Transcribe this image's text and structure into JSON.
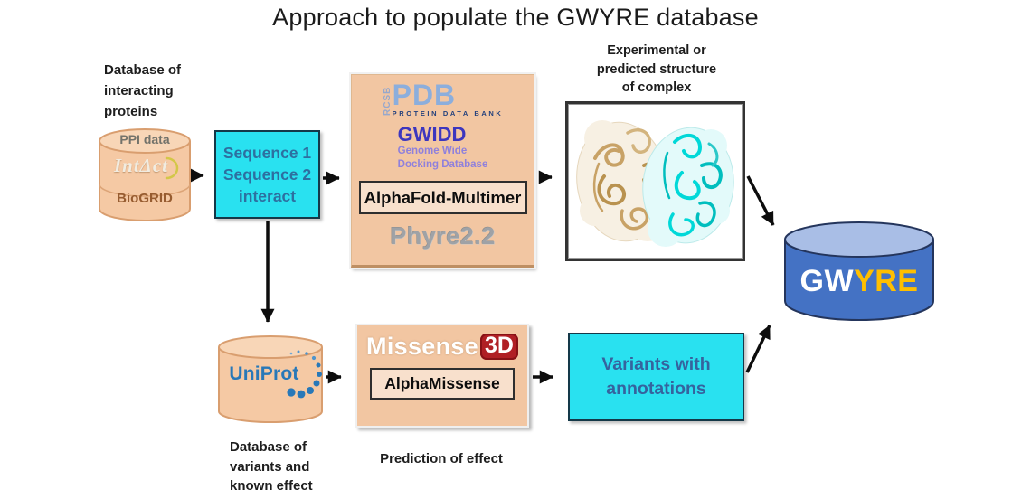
{
  "title": "Approach to populate the GWYRE database",
  "ppi": {
    "label_lines": [
      "Database of",
      "interacting",
      "proteins"
    ],
    "top": "PPI data",
    "logo": "IntΔct",
    "bottom": "BioGRID"
  },
  "sequence_box": {
    "lines": [
      "Sequence 1",
      "Sequence 2",
      "interact"
    ]
  },
  "pdb_box": {
    "rcsb": "RCSB",
    "pdb": "PDB",
    "bank": "PROTEIN DATA BANK",
    "gwidd": "GWIDD",
    "gwidd_sub": [
      "Genome Wide",
      "Docking Database"
    ],
    "alphafold": "AlphaFold-Multimer",
    "phyre": "Phyre2.2"
  },
  "structure": {
    "label_lines": [
      "Experimental or",
      "predicted structure",
      "of complex"
    ]
  },
  "gwyre": {
    "gw": "GW",
    "yre": "YRE"
  },
  "uniprot": {
    "name": "UniProt",
    "label_lines": [
      "Database of",
      "variants and",
      "known effect"
    ]
  },
  "missense": {
    "name": "Missense",
    "badge": "3D",
    "alphamissense": "AlphaMissense",
    "label": "Prediction of effect"
  },
  "variants_box": {
    "lines": [
      "Variants with",
      "annotations"
    ]
  },
  "colors": {
    "peach": "#F5C9A4",
    "peach_border": "#D99E6F",
    "cyan": "#29E1F0",
    "cyan_text": "#2D6FA0",
    "gwyre_body": "#4472C4",
    "gwyre_top": "#A9BEE6",
    "gwyre_yre_text": "#FFBF00",
    "red_badge": "#B01F24",
    "gwidd_text": "#3D36BE",
    "pdb_blue": "#8CAEDC",
    "uniprot_blue": "#2878B8",
    "arrow": "#0d0d0d"
  }
}
